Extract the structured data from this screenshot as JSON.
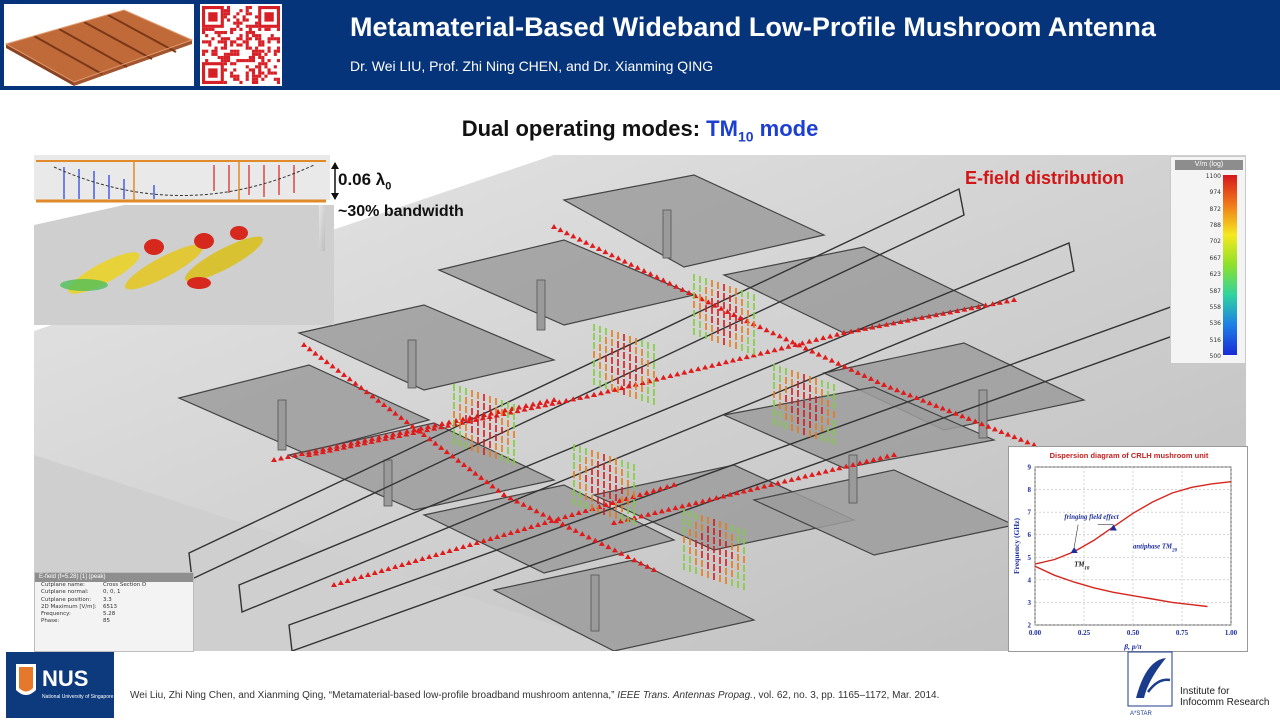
{
  "header": {
    "title": "Metamaterial-Based Wideband Low-Profile Mushroom Antenna",
    "authors": "Dr. Wei LIU, Prof. Zhi Ning CHEN, and Dr. Xianming QING"
  },
  "section": {
    "heading_prefix": "Dual operating modes: ",
    "mode_main": "TM",
    "mode_sub": "10",
    "mode_suffix": " mode"
  },
  "figure": {
    "efield_label": "E-field distribution",
    "height_prefix": "0.06 λ",
    "height_sub": "0",
    "bandwidth": "~30% bandwidth"
  },
  "colorbar": {
    "title": "V/m (log)",
    "ticks": [
      "1100",
      "974",
      "872",
      "788",
      "702",
      "667",
      "623",
      "587",
      "558",
      "536",
      "516",
      "500"
    ],
    "colors": [
      "#d7181c",
      "#f07a19",
      "#f5e91f",
      "#8de02a",
      "#2fd3a0",
      "#1d7fe6",
      "#1a2ad8"
    ]
  },
  "info_panel": {
    "title": "E-field (f=5.28) [1] (peak)",
    "rows": [
      {
        "k": "Cutplane name:",
        "v": "Cross Section D"
      },
      {
        "k": "Cutplane normal:",
        "v": "0, 0, 1"
      },
      {
        "k": "Cutplane position:",
        "v": "3.3"
      },
      {
        "k": "2D Maximum [V/m]:",
        "v": "6513"
      },
      {
        "k": "Frequency:",
        "v": "5.28"
      },
      {
        "k": "Phase:",
        "v": "85"
      }
    ]
  },
  "chart_data": {
    "type": "line",
    "title": "Dispersion diagram of CRLH mushroom unit",
    "xlabel": "β, p/π",
    "ylabel": "Frequency (GHz)",
    "xlim": [
      0,
      1
    ],
    "ylim": [
      2,
      9
    ],
    "xticks": [
      "0.00",
      "0.25",
      "0.50",
      "0.75",
      "1.00"
    ],
    "yticks": [
      "2",
      "3",
      "4",
      "5",
      "6",
      "7",
      "8",
      "9"
    ],
    "series": [
      {
        "x": [
          0,
          0.1,
          0.2,
          0.3,
          0.4,
          0.5,
          0.6,
          0.7,
          0.8,
          0.9,
          1.0
        ],
        "y": [
          4.7,
          4.9,
          5.25,
          5.75,
          6.35,
          6.95,
          7.45,
          7.85,
          8.1,
          8.25,
          8.35
        ]
      },
      {
        "x": [
          0,
          0.1,
          0.2,
          0.3,
          0.4,
          0.5,
          0.6,
          0.7,
          0.8,
          0.88
        ],
        "y": [
          4.6,
          4.2,
          3.9,
          3.65,
          3.45,
          3.3,
          3.15,
          3.0,
          2.9,
          2.82
        ]
      }
    ],
    "annotations": [
      {
        "text": "fringing field effect",
        "x": 0.15,
        "y": 6.7
      },
      {
        "text": "antiphase TM",
        "sub": "20",
        "x": 0.5,
        "y": 5.4
      },
      {
        "text": "TM",
        "sub": "10",
        "x": 0.2,
        "y": 4.6
      }
    ],
    "markers": [
      {
        "x": 0.2,
        "y": 5.3
      },
      {
        "x": 0.4,
        "y": 6.3
      }
    ],
    "colors": {
      "curve": "#d6261e",
      "marker": "#1b2d9e",
      "text": "#1b2d9e"
    }
  },
  "footer": {
    "logo_text": "NUS",
    "logo_subtext": "National University of Singapore",
    "citation_pre": "Wei Liu, Zhi Ning Chen, and Xianming Qing, “Metamaterial-based low-profile broadband mushroom antenna,” ",
    "citation_journal": "IEEE Trans. Antennas Propag.",
    "citation_post": ", vol. 62, no. 3, pp. 1165–1172, Mar. 2014.",
    "astar_mark": "A*STAR",
    "institute_line1": "Institute for",
    "institute_line2": "Infocomm Research"
  }
}
